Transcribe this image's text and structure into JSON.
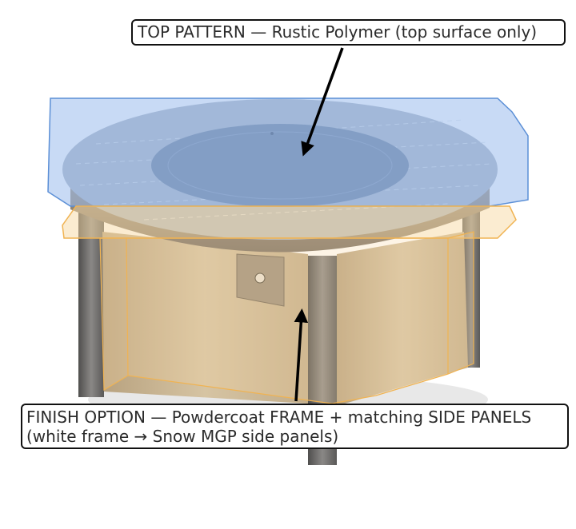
{
  "annotations": {
    "top_pattern": {
      "text": "TOP PATTERN — Rustic Polymer (top surface only)",
      "highlight_color": "#9bbcec",
      "outline_color": "#5b8fd6"
    },
    "finish_option": {
      "line1": "FINISH OPTION — Powdercoat FRAME + matching SIDE PANELS",
      "line2": "(white frame → Snow MGP side panels)",
      "highlight_color": "#f7d9a4",
      "outline_color": "#f0b352"
    }
  },
  "product_colors": {
    "top_surface": "#a7b2bf",
    "burner_well": "#5f7392",
    "frame_dark": "#6e6b68",
    "side_panel": "#cdb895",
    "arrow": "#000000"
  }
}
